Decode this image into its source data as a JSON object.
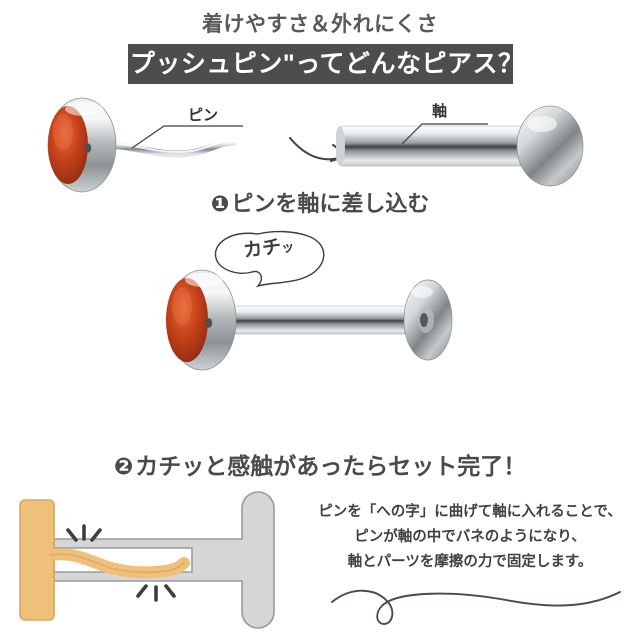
{
  "header": {
    "subtitle": "着けやすさ＆外れにくさ",
    "band_title": "\"プッシュピン\"ってどんなピアス？",
    "band_color": "#4d4d4d",
    "subtitle_color": "#595959"
  },
  "labels": {
    "pin": "ピン",
    "shaft": "軸"
  },
  "steps": [
    {
      "number": "❶",
      "text": "ピンを軸に差し込む"
    },
    {
      "number": "❷",
      "text": "カチッと感触があったらセット完了！"
    }
  ],
  "callout": {
    "sound_main": "カチ",
    "sound_small": "ッ"
  },
  "explanation": {
    "line1": "ピンを「への字」に曲げて軸に入れることで、",
    "line2": "ピンが軸の中でバネのようになり、",
    "line3": "軸とパーツを摩擦の力で固定します。"
  },
  "diagram": {
    "post_color": "#eec07a",
    "post_border": "#d9a75c",
    "shaft_color": "#d6d6d6",
    "shaft_border": "#9a9a9a",
    "friction_mark_color": "#3d3d3d"
  },
  "artwork": {
    "metal_light": "#f2f2f2",
    "metal_mid": "#b9bcbe",
    "metal_dark": "#6d7276",
    "gem_color": "#c2401a",
    "gem_highlight": "#e8673a",
    "arrow_color": "#4a4340",
    "flourish_color": "#4f4845"
  }
}
